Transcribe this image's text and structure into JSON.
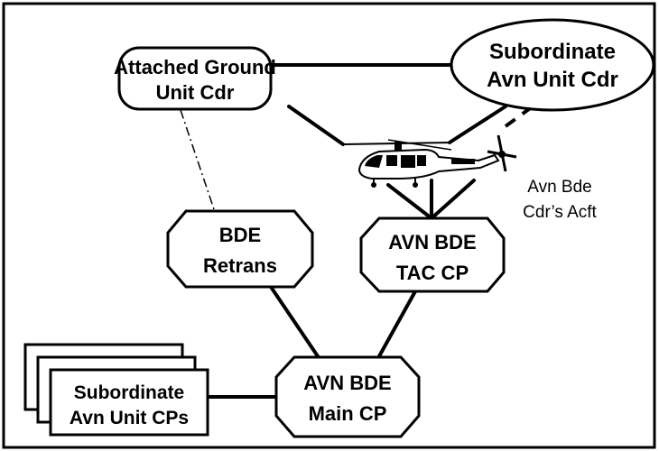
{
  "nodes": {
    "attached_ground": {
      "line1": "Attached Ground",
      "line2": "Unit Cdr"
    },
    "subordinate_cdr": {
      "line1": "Subordinate",
      "line2": "Avn Unit Cdr"
    },
    "bde_retrans": {
      "line1": "BDE",
      "line2": "Retrans"
    },
    "tac_cp": {
      "line1": "AVN BDE",
      "line2": "TAC CP"
    },
    "main_cp": {
      "line1": "AVN BDE",
      "line2": "Main CP"
    },
    "sub_cps": {
      "line1": "Subordinate",
      "line2": "Avn Unit CPs"
    }
  },
  "aircraft": {
    "line1": "Avn Bde",
    "line2": "Cdr’s Acft",
    "icon": "helicopter-icon"
  }
}
